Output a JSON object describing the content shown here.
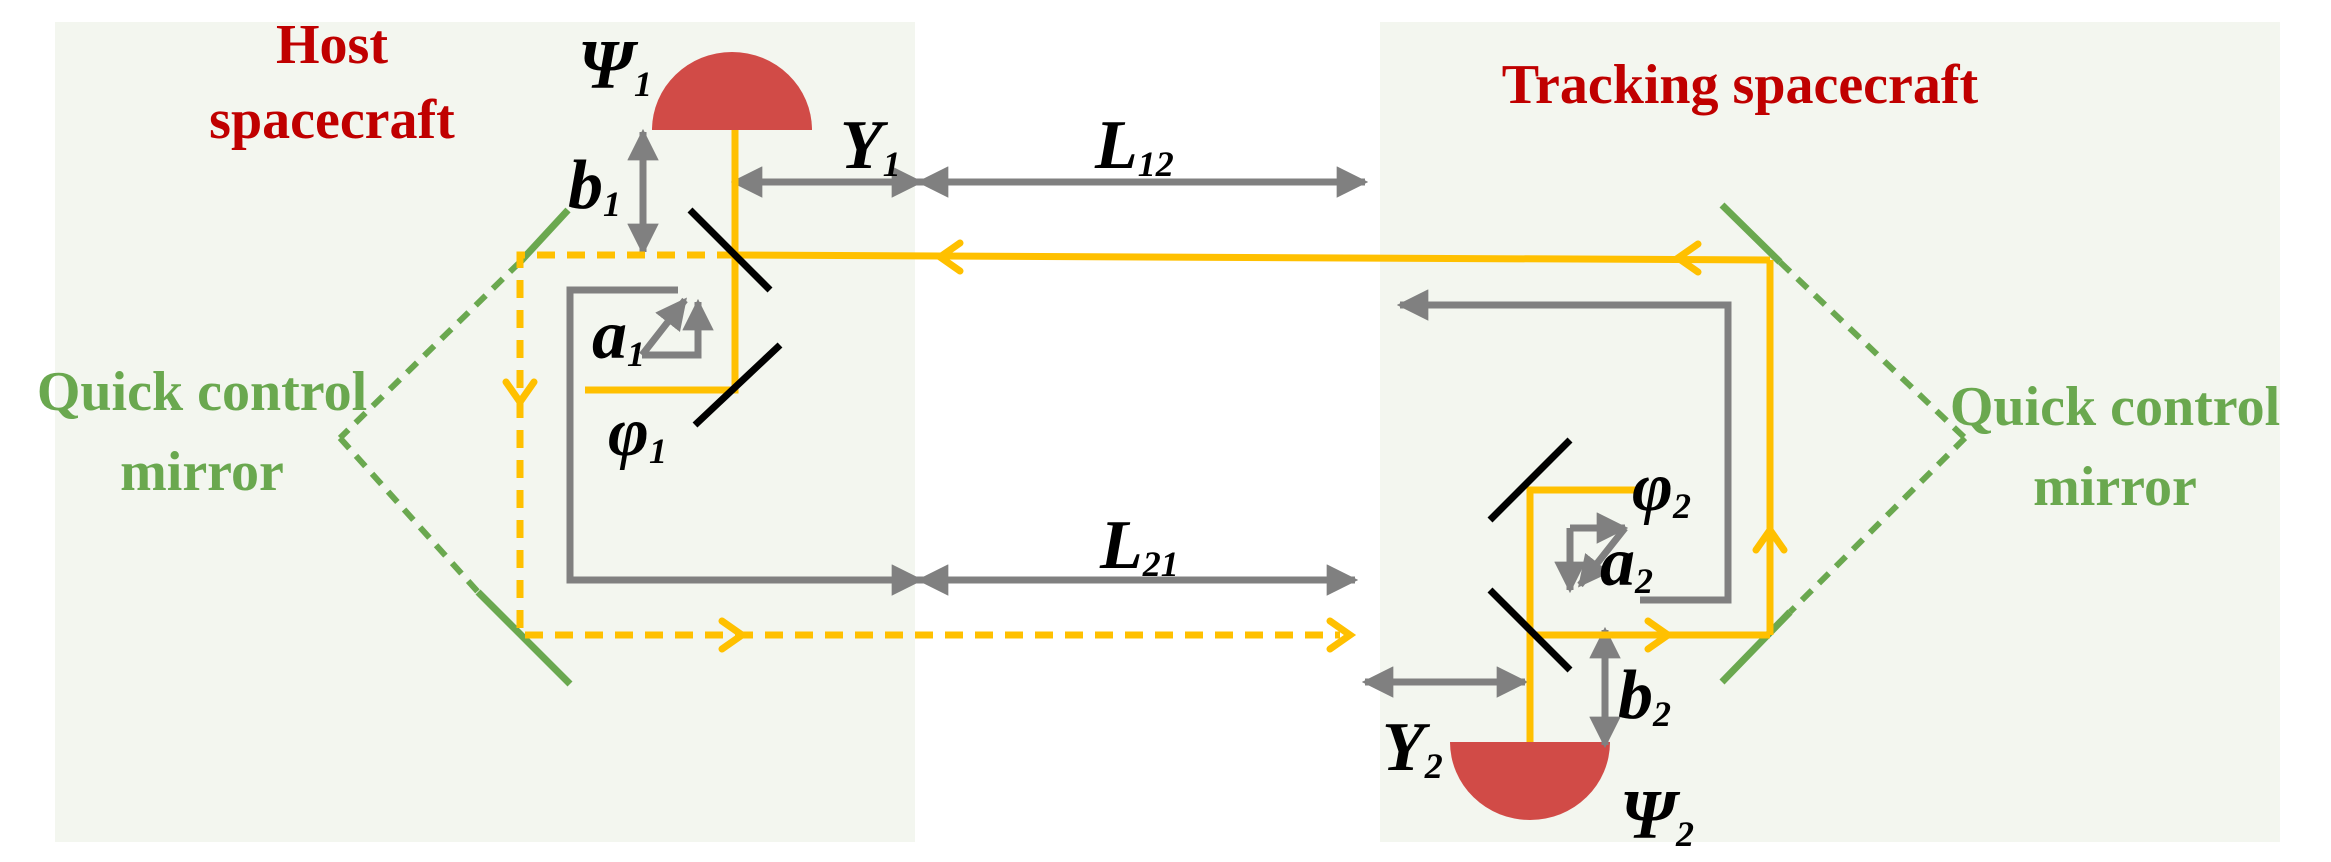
{
  "labels": {
    "host_line1": "Host",
    "host_line2": "spacecraft",
    "tracking": "Tracking spacecraft",
    "qcm_left_line1": "Quick control",
    "qcm_left_line2": "mirror",
    "qcm_right_line1": "Quick control",
    "qcm_right_line2": "mirror"
  },
  "symbols": {
    "psi1": {
      "main": "Ψ",
      "sub": "1"
    },
    "psi2": {
      "main": "Ψ",
      "sub": "2"
    },
    "b1": {
      "main": "b",
      "sub": "1"
    },
    "b2": {
      "main": "b",
      "sub": "2"
    },
    "y1": {
      "main": "Y",
      "sub": "1"
    },
    "y2": {
      "main": "Y",
      "sub": "2"
    },
    "a1": {
      "main": "a",
      "sub": "1"
    },
    "a2": {
      "main": "a",
      "sub": "2"
    },
    "phi1": {
      "main": "φ",
      "sub": "1"
    },
    "phi2": {
      "main": "φ",
      "sub": "2"
    },
    "l12": {
      "main": "L",
      "sub": "12"
    },
    "l21": {
      "main": "L",
      "sub": "21"
    }
  },
  "colors": {
    "panel": "#f3f6ef",
    "beam": "#ffc000",
    "gray": "#808080",
    "green": "#6aa84f",
    "red_text": "#c00000",
    "detector": "#d14b47",
    "black": "#000000"
  }
}
